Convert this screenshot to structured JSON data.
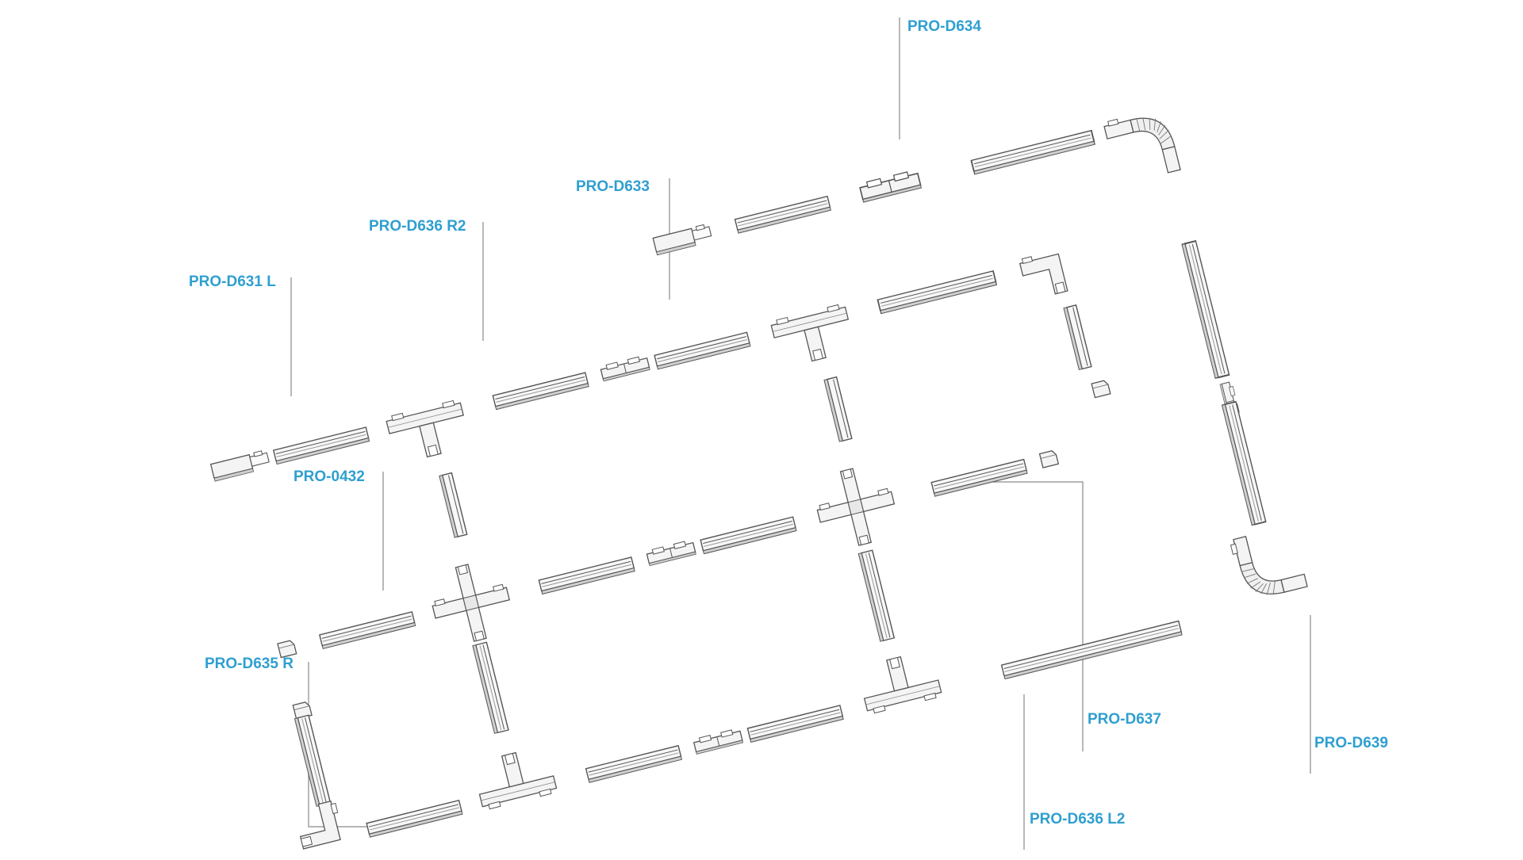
{
  "colors": {
    "label": "#2f9fd0",
    "leader": "#8a8a8a",
    "track_fill": "#f7f7f7",
    "track_stroke": "#555555",
    "track_shadow": "#c9c9c9"
  },
  "labels": {
    "d634": "PRO-D634",
    "d633": "PRO-D633",
    "d636r2": "PRO-D636 R2",
    "d631l": "PRO-D631 L",
    "p0432": "PRO-0432",
    "d635r": "PRO-D635 R",
    "d637": "PRO-D637",
    "d639": "PRO-D639",
    "d636l2": "PRO-D636 L2"
  },
  "icons": {
    "straight_track": "straight-track-icon",
    "t_connector": "t-connector-icon",
    "x_connector": "x-connector-icon",
    "l_connector": "l-connector-icon",
    "flex_connector": "flexible-connector-icon",
    "feed_in": "feed-in-icon",
    "joiner": "straight-connector-icon",
    "end_cap": "end-cap-icon"
  }
}
